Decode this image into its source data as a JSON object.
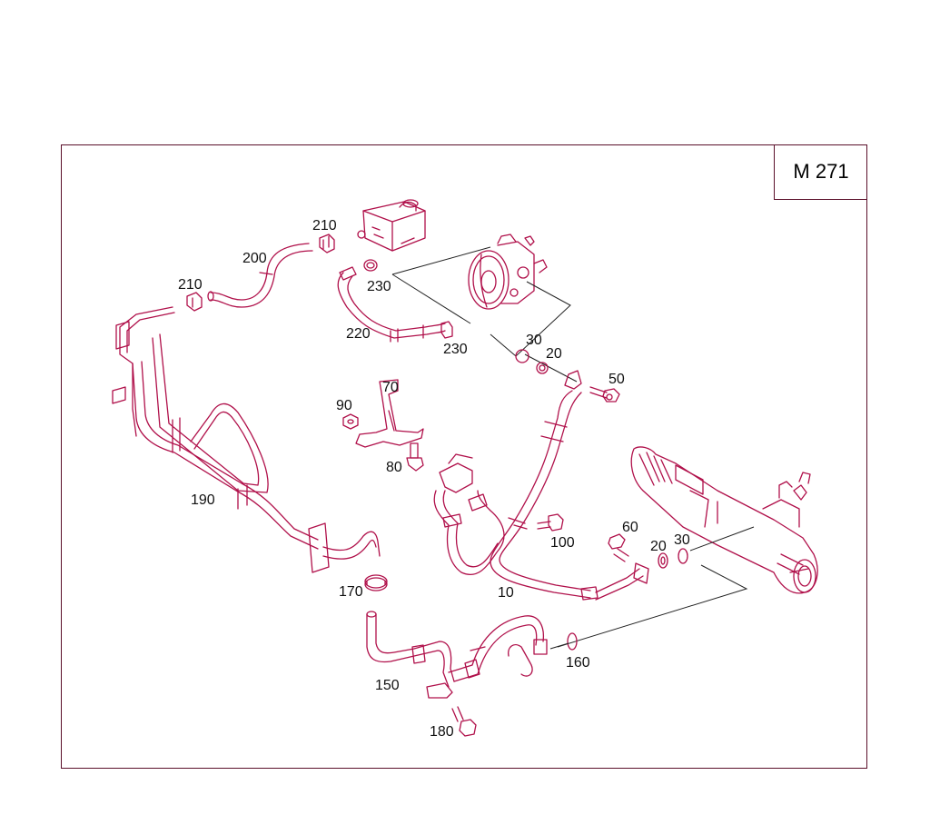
{
  "model": "M 271",
  "labels": {
    "l210a": "210",
    "l200": "200",
    "l210b": "210",
    "l230a": "230",
    "l220": "220",
    "l230b": "230",
    "l30a": "30",
    "l20a": "20",
    "l50": "50",
    "l70": "70",
    "l90": "90",
    "l80": "80",
    "l190": "190",
    "l100": "100",
    "l60": "60",
    "l20b": "20",
    "l30b": "30",
    "l170": "170",
    "l10": "10",
    "l150": "150",
    "l160": "160",
    "l180": "180"
  },
  "colors": {
    "part_stroke": "#b0104a",
    "frame": "#5a0f2a",
    "text": "#111111"
  }
}
